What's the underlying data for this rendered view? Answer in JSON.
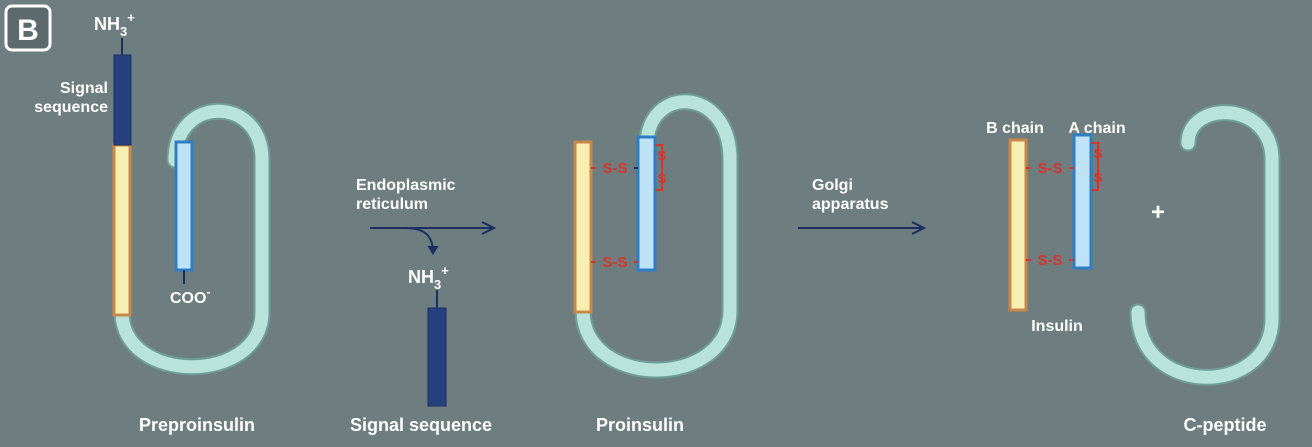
{
  "panel_letter": "B",
  "colors": {
    "background": "#6d7d80",
    "signal_sequence": "#27407f",
    "b_chain_fill": "#f7efb2",
    "b_chain_border": "#c9884a",
    "a_chain_fill": "#bfe3f6",
    "a_chain_border": "#2f7ec4",
    "c_peptide": "#b9e2da",
    "c_peptide_outline": "#6f9e96",
    "disulfide": "#d8342c",
    "text": "#ffffff"
  },
  "preproinsulin": {
    "n_terminus": "NH3+",
    "n_terminus_base": "NH",
    "n_terminus_sub": "3",
    "n_terminus_sup": "+",
    "signal_label_line1": "Signal",
    "signal_label_line2": "sequence",
    "c_terminus": "COO-",
    "c_terminus_base": "COO",
    "c_terminus_sup": "-",
    "name": "Preproinsulin"
  },
  "step1": {
    "label_line1": "Endoplasmic",
    "label_line2": "reticulum",
    "released_n_terminus": "NH3+",
    "released_n_base": "NH",
    "released_n_sub": "3",
    "released_n_sup": "+",
    "released_name": "Signal sequence"
  },
  "proinsulin": {
    "name": "Proinsulin",
    "bond": "S-S",
    "intra_bond_top": "S",
    "intra_bond_bottom": "S"
  },
  "step2": {
    "label_line1": "Golgi",
    "label_line2": "apparatus"
  },
  "insulin": {
    "b_chain": "B chain",
    "a_chain": "A chain",
    "bond": "S-S",
    "intra_bond_top": "S",
    "intra_bond_bottom": "S",
    "name": "Insulin"
  },
  "plus": "+",
  "c_peptide": {
    "name": "C-peptide"
  }
}
